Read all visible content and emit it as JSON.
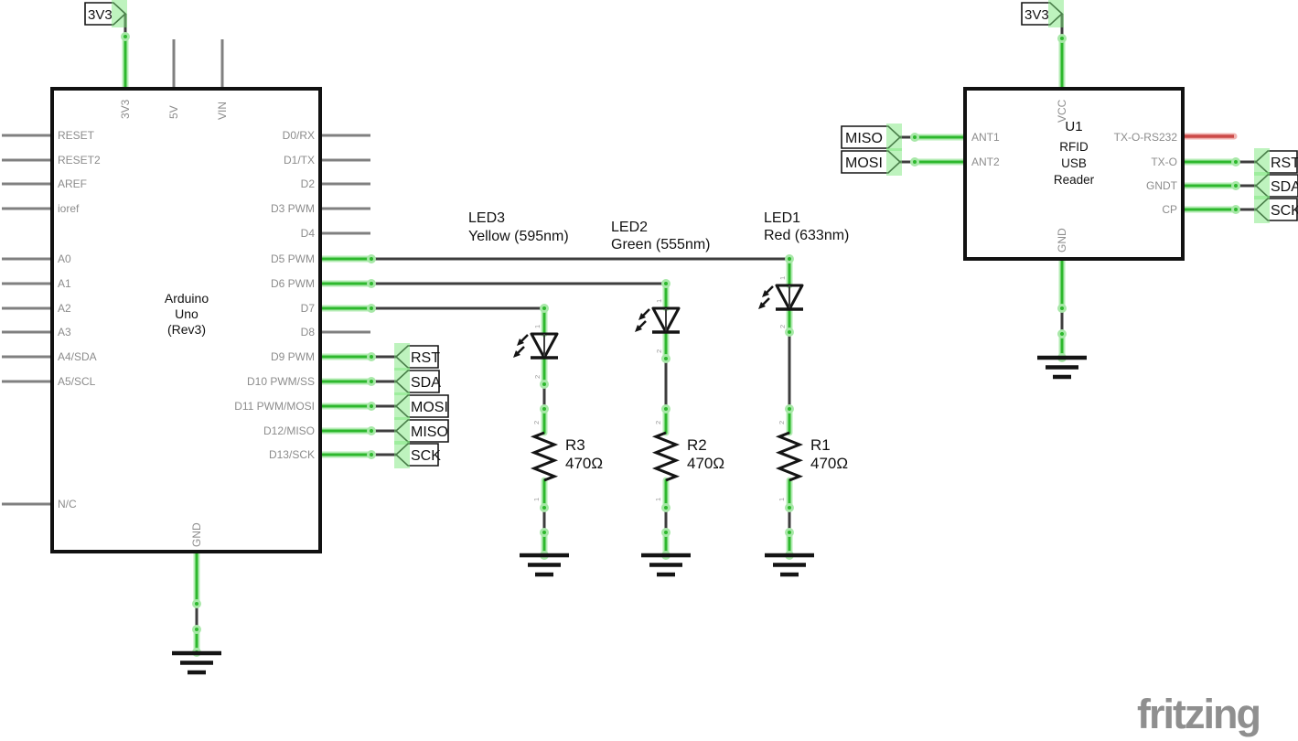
{
  "colors": {
    "wire_green": "#2db82d",
    "wire_dark": "#3d3d3d",
    "wire_red": "#cc4a48",
    "unconnected_pin_gray": "#808080",
    "pin_label_gray": "#8c8c8c",
    "selection_highlight_green": "#7de87d",
    "component_border": "#111111",
    "logo_gray": "#8f8f8f"
  },
  "arduino": {
    "title1": "Arduino",
    "title2": "Uno",
    "title3": "(Rev3)",
    "pin_3v3": "3V3",
    "pin_5v": "5V",
    "pin_vin": "VIN",
    "pin_gnd": "GND",
    "pin_reset": "RESET",
    "pin_reset2": "RESET2",
    "pin_aref": "AREF",
    "pin_ioref": "ioref",
    "pin_a0": "A0",
    "pin_a1": "A1",
    "pin_a2": "A2",
    "pin_a3": "A3",
    "pin_a4": "A4/SDA",
    "pin_a5": "A5/SCL",
    "pin_nc": "N/C",
    "pin_d0": "D0/RX",
    "pin_d1": "D1/TX",
    "pin_d2": "D2",
    "pin_d3": "D3 PWM",
    "pin_d4": "D4",
    "pin_d5": "D5 PWM",
    "pin_d6": "D6 PWM",
    "pin_d7": "D7",
    "pin_d8": "D8",
    "pin_d9": "D9 PWM",
    "pin_d10": "D10 PWM/SS",
    "pin_d11": "D11 PWM/MOSI",
    "pin_d12": "D12/MISO",
    "pin_d13": "D13/SCK"
  },
  "rfid": {
    "ref": "U1",
    "title1": "RFID",
    "title2": "USB",
    "title3": "Reader",
    "pin_vcc": "VCC",
    "pin_gnd": "GND",
    "pin_ant1": "ANT1",
    "pin_ant2": "ANT2",
    "pin_txors232": "TX-O-RS232",
    "pin_txo": "TX-O",
    "pin_gndt": "GNDT",
    "pin_cp": "CP"
  },
  "net": {
    "v33_a": "3V3",
    "v33_u": "3V3",
    "a_rst": "RST",
    "a_sda": "SDA",
    "a_mosi": "MOSI",
    "a_miso": "MISO",
    "a_sck": "SCK",
    "u_miso": "MISO",
    "u_mosi": "MOSI",
    "u_rst": "RST",
    "u_sda": "SDA",
    "u_sck": "SCK"
  },
  "leds": [
    {
      "ref": "LED1",
      "desc": "Red (633nm)",
      "pin_top": "1",
      "pin_bottom": "2"
    },
    {
      "ref": "LED2",
      "desc": "Green (555nm)",
      "pin_top": "1",
      "pin_bottom": "2"
    },
    {
      "ref": "LED3",
      "desc": "Yellow (595nm)",
      "pin_top": "1",
      "pin_bottom": "2"
    }
  ],
  "resistors": [
    {
      "ref": "R1",
      "value": "470Ω",
      "pin_top": "2",
      "pin_bottom": "1"
    },
    {
      "ref": "R2",
      "value": "470Ω",
      "pin_top": "2",
      "pin_bottom": "1"
    },
    {
      "ref": "R3",
      "value": "470Ω",
      "pin_top": "2",
      "pin_bottom": "1"
    }
  ],
  "logo": "fritzing"
}
